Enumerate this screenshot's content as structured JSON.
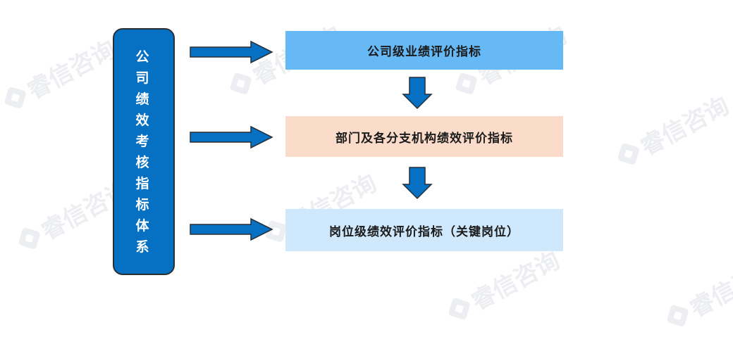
{
  "watermark": {
    "text": "睿信咨询"
  },
  "sidebar": {
    "label": "公司绩效考核指标体系"
  },
  "levels": [
    {
      "label": "公司级业绩评价指标"
    },
    {
      "label": "部门及各分支机构绩效评价指标"
    },
    {
      "label": "岗位级绩效评价指标（关键岗位）"
    }
  ],
  "colors": {
    "pillar": "#0670c2",
    "arrow": "#0670c2",
    "level_1": "#67b9f5",
    "level_2": "#fbdccb",
    "level_3": "#cfe8fb"
  }
}
